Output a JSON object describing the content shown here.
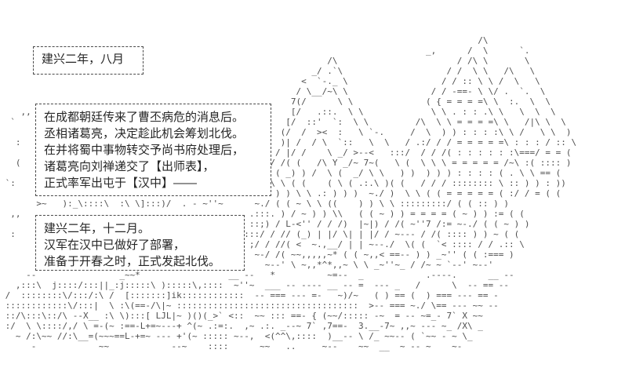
{
  "scene": {
    "background_color": "#ffffff",
    "art_color": "#4d4d4d",
    "text_color": "#262626",
    "box_border_color": "#4a4a4a",
    "caption_boxes": [
      {
        "id": "date-august",
        "lines": [
          "建兴二年，八月"
        ]
      },
      {
        "id": "narration",
        "lines": [
          "在成都朝廷传来了曹丕病危的消息后。",
          "丞相诸葛亮，决定趁此机会筹划北伐。",
          "在并将蜀中事物转交予尚书府处理后，",
          "诸葛亮向刘禅递交了【出师表】，",
          "正式率军出屯于【汉中】——"
        ]
      },
      {
        "id": "date-december",
        "lines": [
          "建兴二年，十二月。",
          "汉军在汉中已做好了部署，",
          "准备于开春之时，正式发起北伐。"
        ]
      }
    ],
    "ascii_art": {
      "description": "ascii-mountain-landscape",
      "lines": [
        "                                                                                            /\\",
        "                                                                                  _,      /  \\      `.",
        "                                                               /\\                       / /\\ \\       \\",
        "                                                            _/ .`\\                    / /  \\ \\   /\\   \\",
        "                                                          <  `-._ \\                  / / :: \\ \\ /  \\   \\",
        "                                                         / \\__/~\\ \\                / / -==- \\ \\/ .  `.  \\",
        "                                                        7(/      \\ \\              ( { = = = =\\ \\  :.  \\  \\",
        "    ,,                                                  [/   .::.  \\ \\             \\ \\ . : : .\\ \\   \\  \\  \\",
        "  `                                                    [/  ::'  `:  \\ \\         /\\  \\ \\ = = = =\\ \\   /|\\ \\  \\",
        "                                                      (/  /  ><  :   \\ `-.     /  \\  ) ) : : : :\\ \\ /   \\ \\  )",
        "   :                                                  )| /  / \\  `::   \\  \\   / .:/ / / = = = = =\\ : : : / :: \\",
        "                                                     / |/ /    \\ _/ >--<   :::/  / / /( : : : : : :\\===/ = = (",
        "   (                                                / /( (   /\\ Y _/~ 7~(   \\ (  \\ \\ \\ = = = = = /~\\ :( :::: )",
        "                                                   ( ( _) ) /  \\ (  _/ \\ \\   ) )  ) ) ) : : : : ( . \\ \\ == (",
        " `:                                                 \\ \\ ( (    ( \\ ( .:.\\ )( (   / / / :::::::: \\ :: ) ) : ))",
        "                                                     ) ) \\ \\ .: ) ) )  ~./ )  \\ \\ ( ( = = = = = ( :/ / = ( (",
        "       >~   ):_\\::::\\  :\\ \\]:::)/  . - ~''~      ~./ ( ( ~ \\ \\ ((    ) ) \\ \\ :::::::::/ ( ( :: ) )",
        "  ,,                                            .:::. ) / ~ ) ) \\\\   ( ( ~ ) ) = = = = ( ~ ) ) := ( (",
        "                                                ::;) / L-<'' / / /)  |~|) / /( ~''7 /:= ~-./ ( ( ~ ) )",
        "  :                                            :::/ / // (_) | |/ \\| | |/ / ~--- / /( :::: ) ) ~ ( (",
        "                                                ;/ / //( <  ~.,__/ | | ~--./  \\( (  `< :::: / / .:: \\",
        "                                                 ~-/ /( ~~,,,,,~* ( ( ~,,< ==-- ) ) _~'' ( ( :=== )",
        "                                                   ~--' \\ ~,,*^*,,~ \\ \\ _~''~_ / /~ ~ `--' ~--'",
        "     --                _~~*                 __ --   *          ~=--  _            .----.      __ --",
        "   ,:::\\  j::::/:::||_:j:::::\\ ):::::\\,::::  ~''~  ___ -- ---- __ -- =  --- _   /      \\  -- == --",
        " /  ::::::::\\/:::/:\\ /  [:::::::]ik::::::::::::  -- === --- =-   ~)/~   ( ) == (  ) === --- == -",
        " ::::::::::::\\/:::|  \\ :\\(==-/\\|~ :::::::::::::::::::::::::::::::::::  >-- === ~./ \\== --- ~~ --",
        " ::/\\:::\\::/\\ --X__ :\\ \\):::[ LJL|~ )()(_>` <::  ~~ ::: ==- { (~~/::::: -~  = -- ~=_- 7` X ~~",
        " :/  \\ \\::::/,/ \\ =-(~ :==-L+=~---+ ^(~ .:=:.  ,~ .:. _--~ 7` ,7==-  3.__-7~ ,,~ --- ~_ /X\\ _",
        "   ~ /:\\~~ //:\\__=(~~~==L-+=~ --- +'(~ ::::: ~--,  <(^^\\,::::  )__-- \\ /_ ~~-- ( `~~ - ~ \\_",
        "      -            ~~            --~    ::::      ~~   ..     ~--    ~~  __  ~ -- ~    ~-"
      ]
    }
  }
}
